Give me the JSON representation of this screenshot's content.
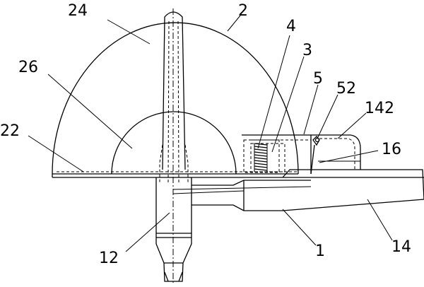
{
  "labels": {
    "l24": "24",
    "l2": "2",
    "l4": "4",
    "l3": "3",
    "l26": "26",
    "l5": "5",
    "l52": "52",
    "l142": "142",
    "l22": "22",
    "l16": "16",
    "l12": "12",
    "l1": "1",
    "l14": "14"
  }
}
